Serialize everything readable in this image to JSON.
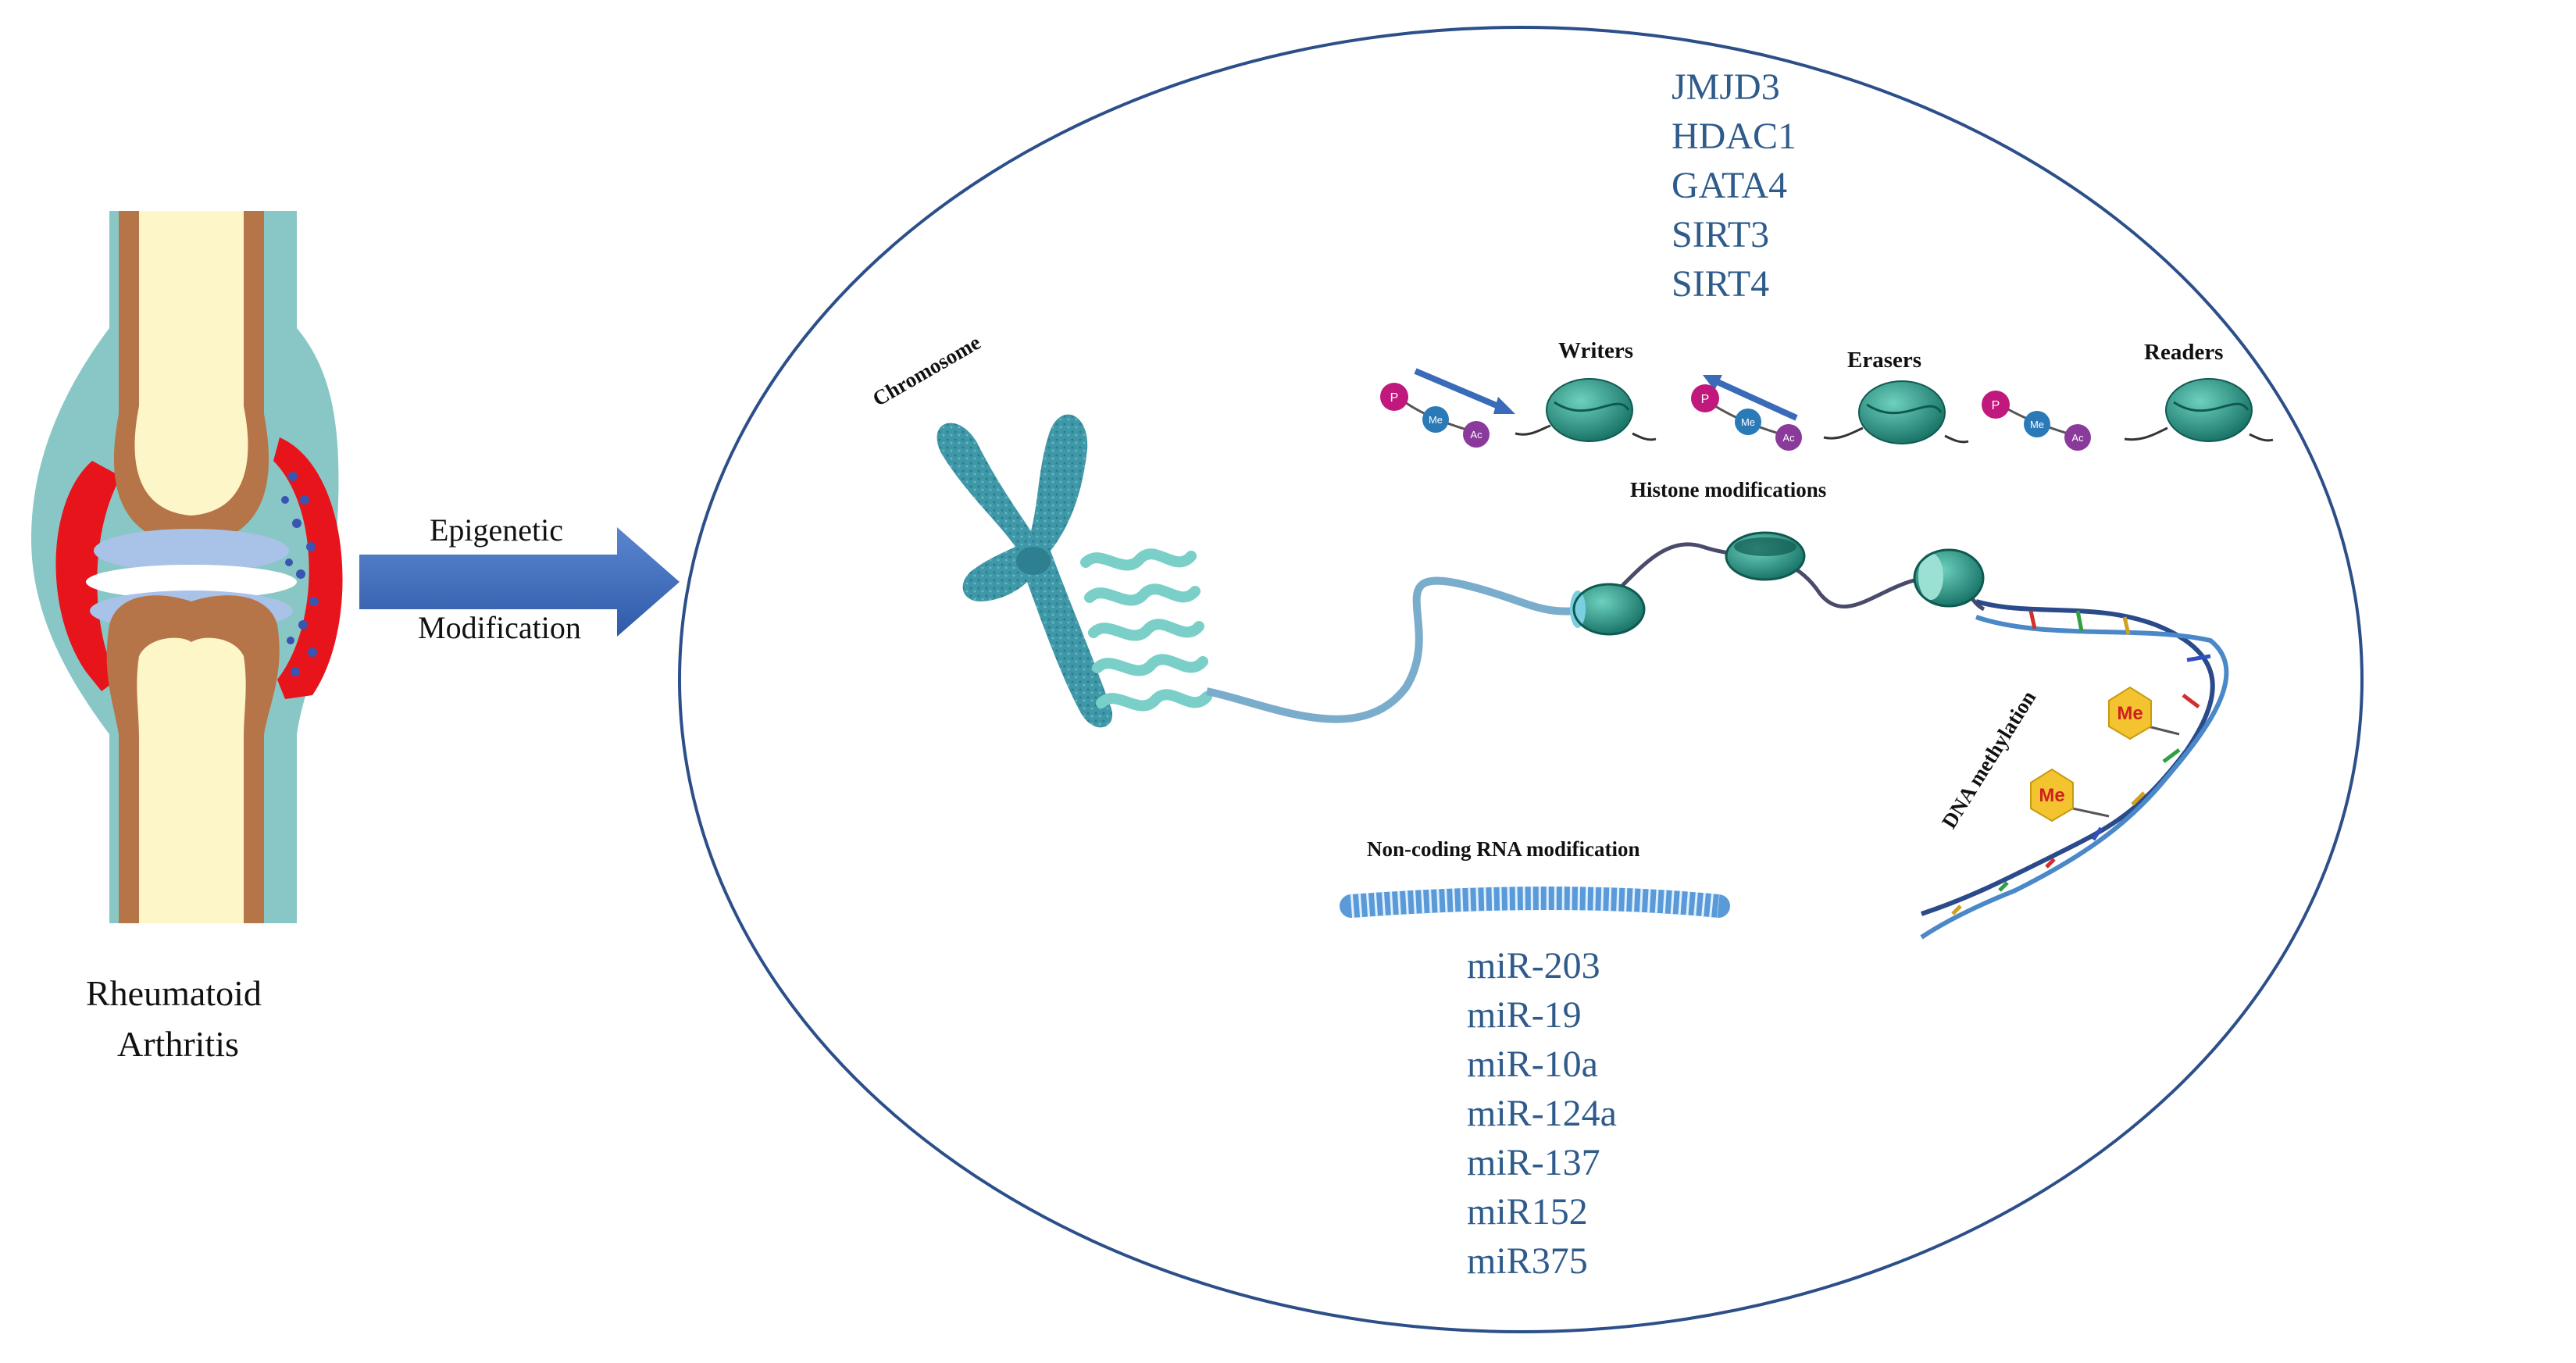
{
  "joint": {
    "caption_line1": "Rheumatoid",
    "caption_line2": "Arthritis"
  },
  "arrow": {
    "label_top": "Epigenetic",
    "label_bottom": "Modification"
  },
  "histone": {
    "genes": [
      "JMJD3",
      "HDAC1",
      "GATA4",
      "SIRT3",
      "SIRT4"
    ],
    "writers": "Writers",
    "erasers": "Erasers",
    "readers": "Readers",
    "title": "Histone modifications",
    "marks": {
      "p": "P",
      "me": "Me",
      "ac": "Ac"
    }
  },
  "chromosome": {
    "label": "Chromosome"
  },
  "dna": {
    "label": "DNA methylation",
    "me_label": "Me"
  },
  "ncrna": {
    "title": "Non-coding RNA  modification",
    "mirnas": [
      "miR-203",
      "miR-19",
      "miR-10a",
      "miR-124a",
      "miR-137",
      "miR152",
      "miR375"
    ]
  },
  "colors": {
    "ellipse": "#2c4f8a",
    "arrow": "#3e6ec0",
    "gene_text": "#2f5b8a",
    "chromosome": "#3f98a8",
    "nucleosome": "#1f8a7a",
    "inflammation": "#e8141c",
    "bone": "#b67548",
    "marrow": "#fdf6c8",
    "capsule": "#88c7c5",
    "p_mark": "#c0187c",
    "me_mark": "#2a7ab8",
    "ac_mark": "#8a3a9a",
    "me_hex": "#f4c430"
  }
}
